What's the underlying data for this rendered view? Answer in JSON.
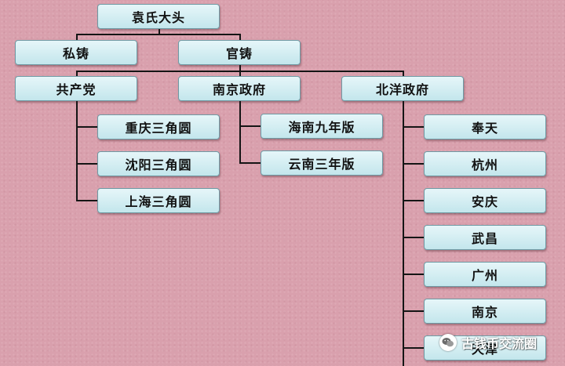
{
  "root": "袁氏大头",
  "branches": {
    "private": "私铸",
    "official": "官铸"
  },
  "governments": {
    "communist": "共产党",
    "nanjing": "南京政府",
    "beiyang": "北洋政府"
  },
  "communist_items": [
    "重庆三角圆",
    "沈阳三角圆",
    "上海三角圆"
  ],
  "nanjing_items": [
    "海南九年版",
    "云南三年版"
  ],
  "beiyang_items": [
    "奉天",
    "杭州",
    "安庆",
    "武昌",
    "广州",
    "南京",
    "天津"
  ],
  "watermark": {
    "text": "古钱币交流圈",
    "icon": "wechat-icon"
  }
}
